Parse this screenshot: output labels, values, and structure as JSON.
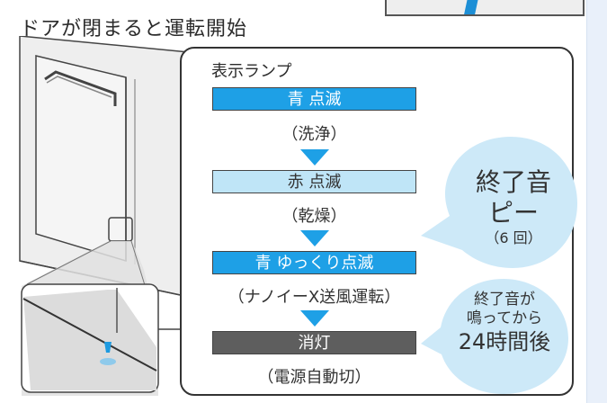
{
  "heading": "ドアが閉まると運転開始",
  "lamp_label": "表示ランプ",
  "steps": [
    {
      "bar": "青 点滅",
      "note": "（洗浄）"
    },
    {
      "bar": "赤 点滅",
      "note": "（乾燥）"
    },
    {
      "bar": "青 ゆっくり点滅",
      "note": "（ナノイーX送風運転）"
    },
    {
      "bar": "消灯",
      "note": "（電源自動切）"
    }
  ],
  "bubble_end_sound": {
    "line1": "終了音",
    "line2": "ピー",
    "line3": "（6 回）"
  },
  "bubble_after": {
    "line1": "終了音が",
    "line2": "鳴ってから",
    "line3": "24時間後"
  },
  "colors": {
    "blue_bar": "#1ea0e6",
    "light_blue_bar": "#bfe5f7",
    "dark_bar": "#5e5e5e",
    "bubble": "#cde9f8"
  }
}
